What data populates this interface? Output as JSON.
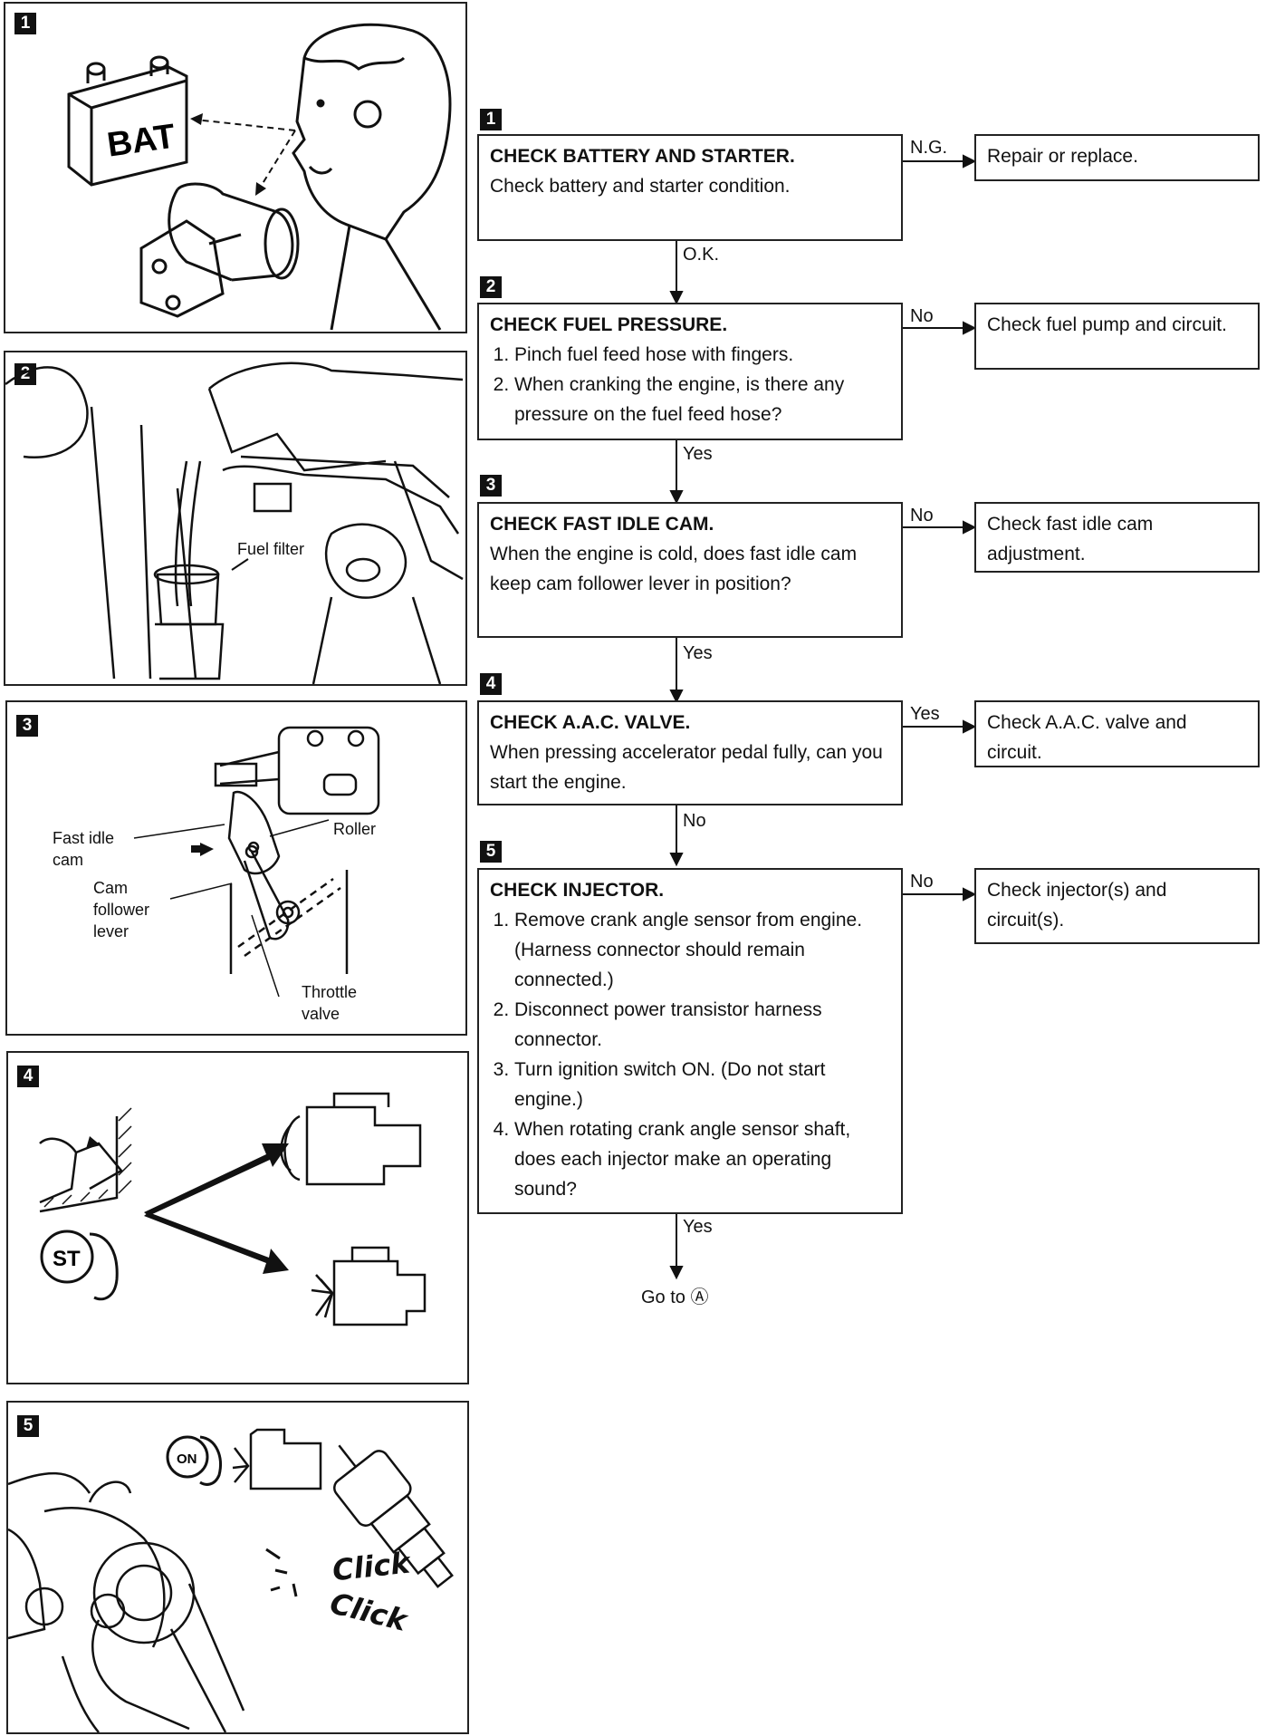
{
  "panels": [
    {
      "num": "1"
    },
    {
      "num": "2",
      "captions": {
        "fuel_filter": "Fuel filter"
      }
    },
    {
      "num": "3",
      "captions": {
        "fast_idle_cam": "Fast idle cam",
        "roller": "Roller",
        "cam_follower": "Cam follower lever",
        "throttle_valve": "Throttle valve"
      }
    },
    {
      "num": "4"
    },
    {
      "num": "5",
      "captions": {
        "click1": "Click",
        "click2": "Click"
      }
    }
  ],
  "illustration_text": {
    "bat": "BAT",
    "st": "ST",
    "on": "ON"
  },
  "steps": [
    {
      "num": "1",
      "title": "CHECK BATTERY AND STARTER.",
      "text": "Check battery and starter condition.",
      "branch": "N.G.",
      "result": "Repair or replace.",
      "next": "O.K."
    },
    {
      "num": "2",
      "title": "CHECK FUEL PRESSURE.",
      "items": [
        "Pinch fuel feed hose with fingers.",
        "When cranking the engine, is there any pressure on the fuel feed hose?"
      ],
      "branch": "No",
      "result": "Check fuel pump and circuit.",
      "next": "Yes"
    },
    {
      "num": "3",
      "title": "CHECK FAST IDLE CAM.",
      "text": "When the engine is cold, does fast idle cam keep cam follower lever in position?",
      "branch": "No",
      "result": "Check fast idle cam adjustment.",
      "next": "Yes"
    },
    {
      "num": "4",
      "title": "CHECK A.A.C. VALVE.",
      "text": "When pressing accelerator pedal fully, can you start the engine.",
      "branch": "Yes",
      "result": "Check A.A.C. valve and circuit.",
      "next": "No"
    },
    {
      "num": "5",
      "title": "CHECK INJECTOR.",
      "items": [
        "Remove crank angle sensor from engine. (Harness connector should remain connected.)",
        "Disconnect power transistor harness connector.",
        "Turn ignition switch ON. (Do not start engine.)",
        "When rotating crank angle sensor shaft, does each injector make an operating sound?"
      ],
      "branch": "No",
      "result": "Check injector(s) and circuit(s).",
      "next": "Yes"
    }
  ],
  "goto": "Go to Ⓐ"
}
